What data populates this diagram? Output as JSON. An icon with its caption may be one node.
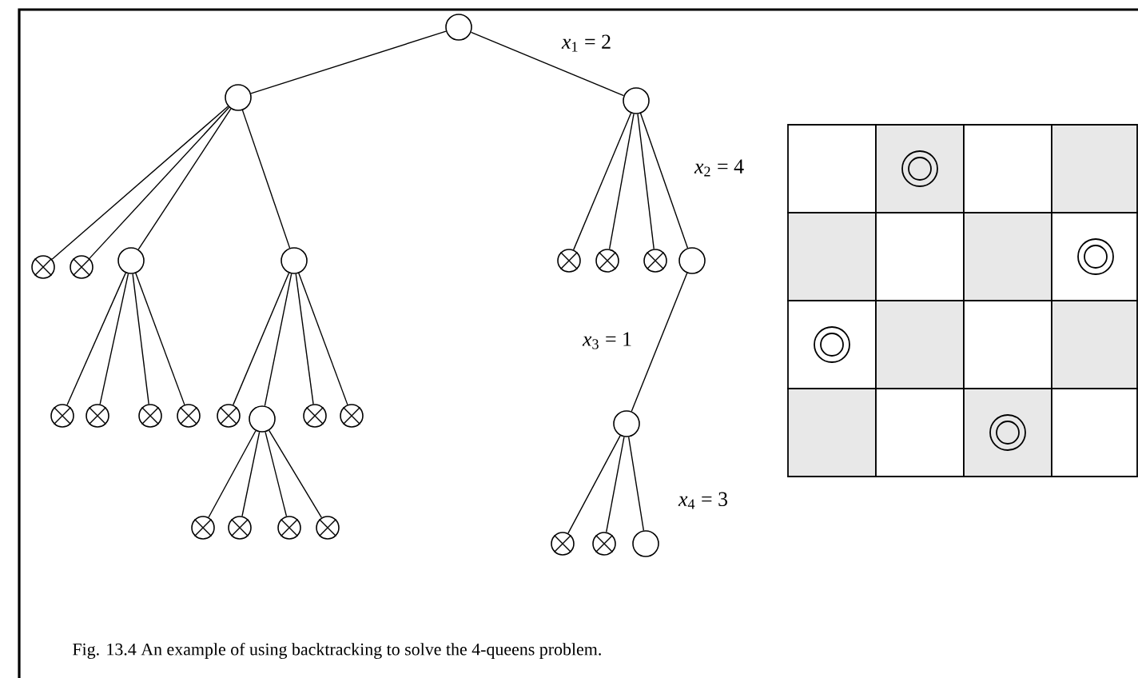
{
  "diagram": {
    "caption": "Fig. 13.4 An example of using backtracking to solve the 4-queens problem.",
    "nodes": [
      {
        "text": [],
        "shape": "circle"
      },
      {
        "text": [],
        "shape": "circle"
      },
      {
        "text": [],
        "shape": "circle"
      },
      {
        "text": [],
        "shape": "crossed"
      },
      {
        "text": [],
        "shape": "crossed"
      },
      {
        "text": [],
        "shape": "circle"
      },
      {
        "text": [],
        "shape": "circle"
      },
      {
        "text": [],
        "shape": "crossed"
      },
      {
        "text": [],
        "shape": "crossed"
      },
      {
        "text": [],
        "shape": "crossed"
      },
      {
        "text": [],
        "shape": "circle"
      },
      {
        "text": [],
        "shape": "crossed"
      },
      {
        "text": [],
        "shape": "crossed"
      },
      {
        "text": [],
        "shape": "crossed"
      },
      {
        "text": [],
        "shape": "crossed"
      },
      {
        "text": [],
        "shape": "crossed"
      },
      {
        "text": [],
        "shape": "circle"
      },
      {
        "text": [],
        "shape": "crossed"
      },
      {
        "text": [],
        "shape": "crossed"
      },
      {
        "text": [],
        "shape": "circle"
      },
      {
        "text": [],
        "shape": "crossed"
      },
      {
        "text": [],
        "shape": "crossed"
      },
      {
        "text": [],
        "shape": "crossed"
      },
      {
        "text": [],
        "shape": "crossed"
      },
      {
        "text": [],
        "shape": "crossed"
      },
      {
        "text": [],
        "shape": "crossed"
      },
      {
        "text": [],
        "shape": "circle"
      }
    ],
    "edges": [
      {
        "from": 0,
        "to": 1,
        "arrow": "none"
      },
      {
        "from": 0,
        "to": 2,
        "arrow": "none",
        "label": "*x*$_{1}$ = 2"
      },
      {
        "from": 1,
        "to": 3,
        "arrow": "none"
      },
      {
        "from": 1,
        "to": 4,
        "arrow": "none"
      },
      {
        "from": 1,
        "to": 5,
        "arrow": "none"
      },
      {
        "from": 1,
        "to": 6,
        "arrow": "none"
      },
      {
        "from": 2,
        "to": 7,
        "arrow": "none"
      },
      {
        "from": 2,
        "to": 8,
        "arrow": "none"
      },
      {
        "from": 2,
        "to": 9,
        "arrow": "none"
      },
      {
        "from": 2,
        "to": 10,
        "arrow": "none",
        "label": "*x*$_{2}$ = 4"
      },
      {
        "from": 5,
        "to": 11,
        "arrow": "none"
      },
      {
        "from": 5,
        "to": 12,
        "arrow": "none"
      },
      {
        "from": 5,
        "to": 13,
        "arrow": "none"
      },
      {
        "from": 5,
        "to": 14,
        "arrow": "none"
      },
      {
        "from": 6,
        "to": 15,
        "arrow": "none"
      },
      {
        "from": 6,
        "to": 16,
        "arrow": "none"
      },
      {
        "from": 6,
        "to": 17,
        "arrow": "none"
      },
      {
        "from": 6,
        "to": 18,
        "arrow": "none"
      },
      {
        "from": 10,
        "to": 19,
        "arrow": "none",
        "label": "*x*$_{3}$ = 1"
      },
      {
        "from": 16,
        "to": 20,
        "arrow": "none"
      },
      {
        "from": 16,
        "to": 21,
        "arrow": "none"
      },
      {
        "from": 16,
        "to": 22,
        "arrow": "none"
      },
      {
        "from": 16,
        "to": 23,
        "arrow": "none"
      },
      {
        "from": 19,
        "to": 24,
        "arrow": "none"
      },
      {
        "from": 19,
        "to": 25,
        "arrow": "none"
      },
      {
        "from": 19,
        "to": 26,
        "arrow": "none",
        "label": "*x*$_{4}$ = 3"
      }
    ]
  }
}
